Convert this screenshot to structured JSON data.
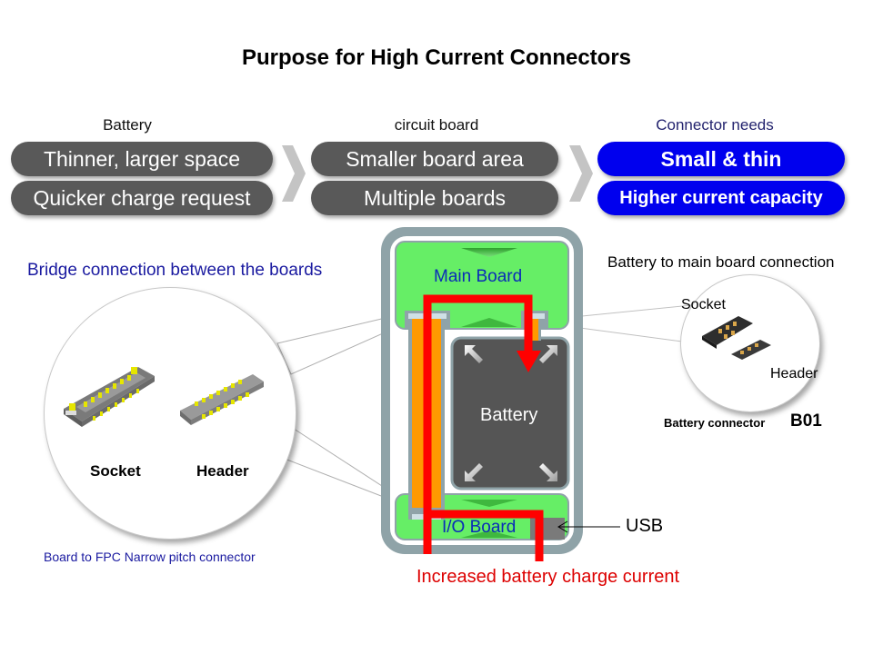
{
  "title": "Purpose for High Current Connectors",
  "columns": [
    {
      "label": "Battery",
      "items": [
        "Thinner, larger space",
        "Quicker charge request"
      ]
    },
    {
      "label": "circuit board",
      "items": [
        "Smaller board area",
        "Multiple boards"
      ]
    },
    {
      "label": "Connector needs",
      "items": [
        "Small & thin",
        "Higher current capacity"
      ]
    }
  ],
  "left_callout": {
    "heading": "Bridge connection between the boards",
    "socket_label": "Socket",
    "header_label": "Header",
    "caption": "Board to FPC Narrow pitch connector"
  },
  "phone_diagram": {
    "main_board_label": "Main Board",
    "battery_label": "Battery",
    "io_board_label": "I/O Board",
    "usb_label": "USB",
    "current_path_label": "Increased battery charge current"
  },
  "right_callout": {
    "heading": "Battery to main board connection",
    "socket_label": "Socket",
    "header_label": "Header",
    "connector_label": "Battery connector",
    "connector_code": "B01"
  },
  "colors": {
    "pill_gray": "#595959",
    "pill_blue": "#0000ee",
    "board_green": "#66ee66",
    "flex_orange": "#ff9900",
    "current_red": "#ff0000",
    "battery_dark": "#555555",
    "frame_gray": "#8fa3a8"
  }
}
